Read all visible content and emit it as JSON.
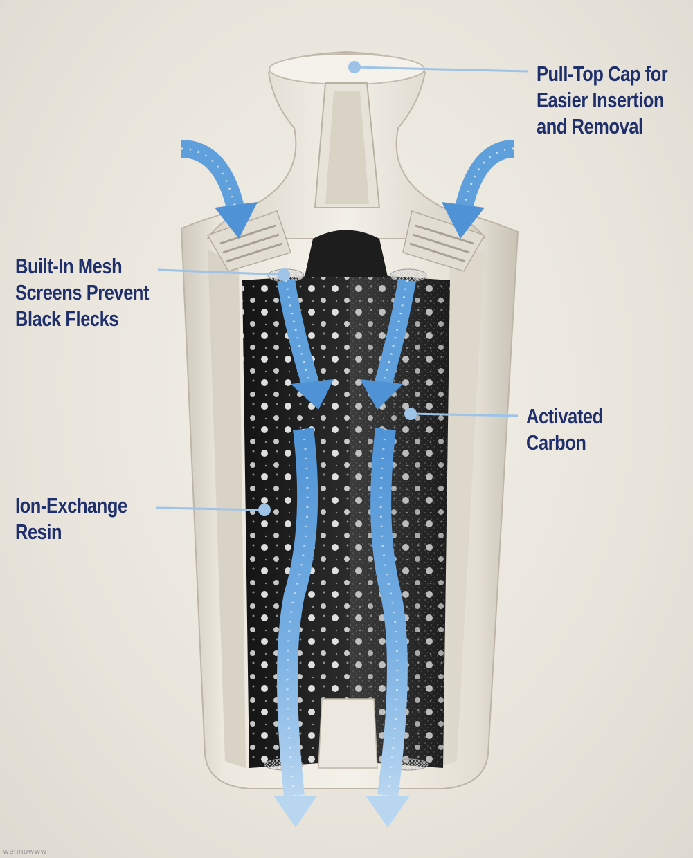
{
  "callouts": {
    "cap": {
      "lines": [
        "Pull-Top Cap for",
        "Easier Insertion",
        "and Removal"
      ]
    },
    "mesh": {
      "lines": [
        "Built-In Mesh",
        "Screens Prevent",
        "Black Flecks"
      ]
    },
    "carbon": {
      "lines": [
        "Activated",
        "Carbon"
      ]
    },
    "resin": {
      "lines": [
        "Ion-Exchange",
        "Resin"
      ]
    }
  },
  "watermark": "wennowww",
  "colors": {
    "label_text": "#1f2f6b",
    "leader_line": "#9ec3e6",
    "flow_arrow": "#5f9fdc",
    "filter_media": "#262626",
    "housing": "#e6e1d6"
  },
  "icons": [
    "water-flow-arrow-icon",
    "callout-dot-icon"
  ]
}
